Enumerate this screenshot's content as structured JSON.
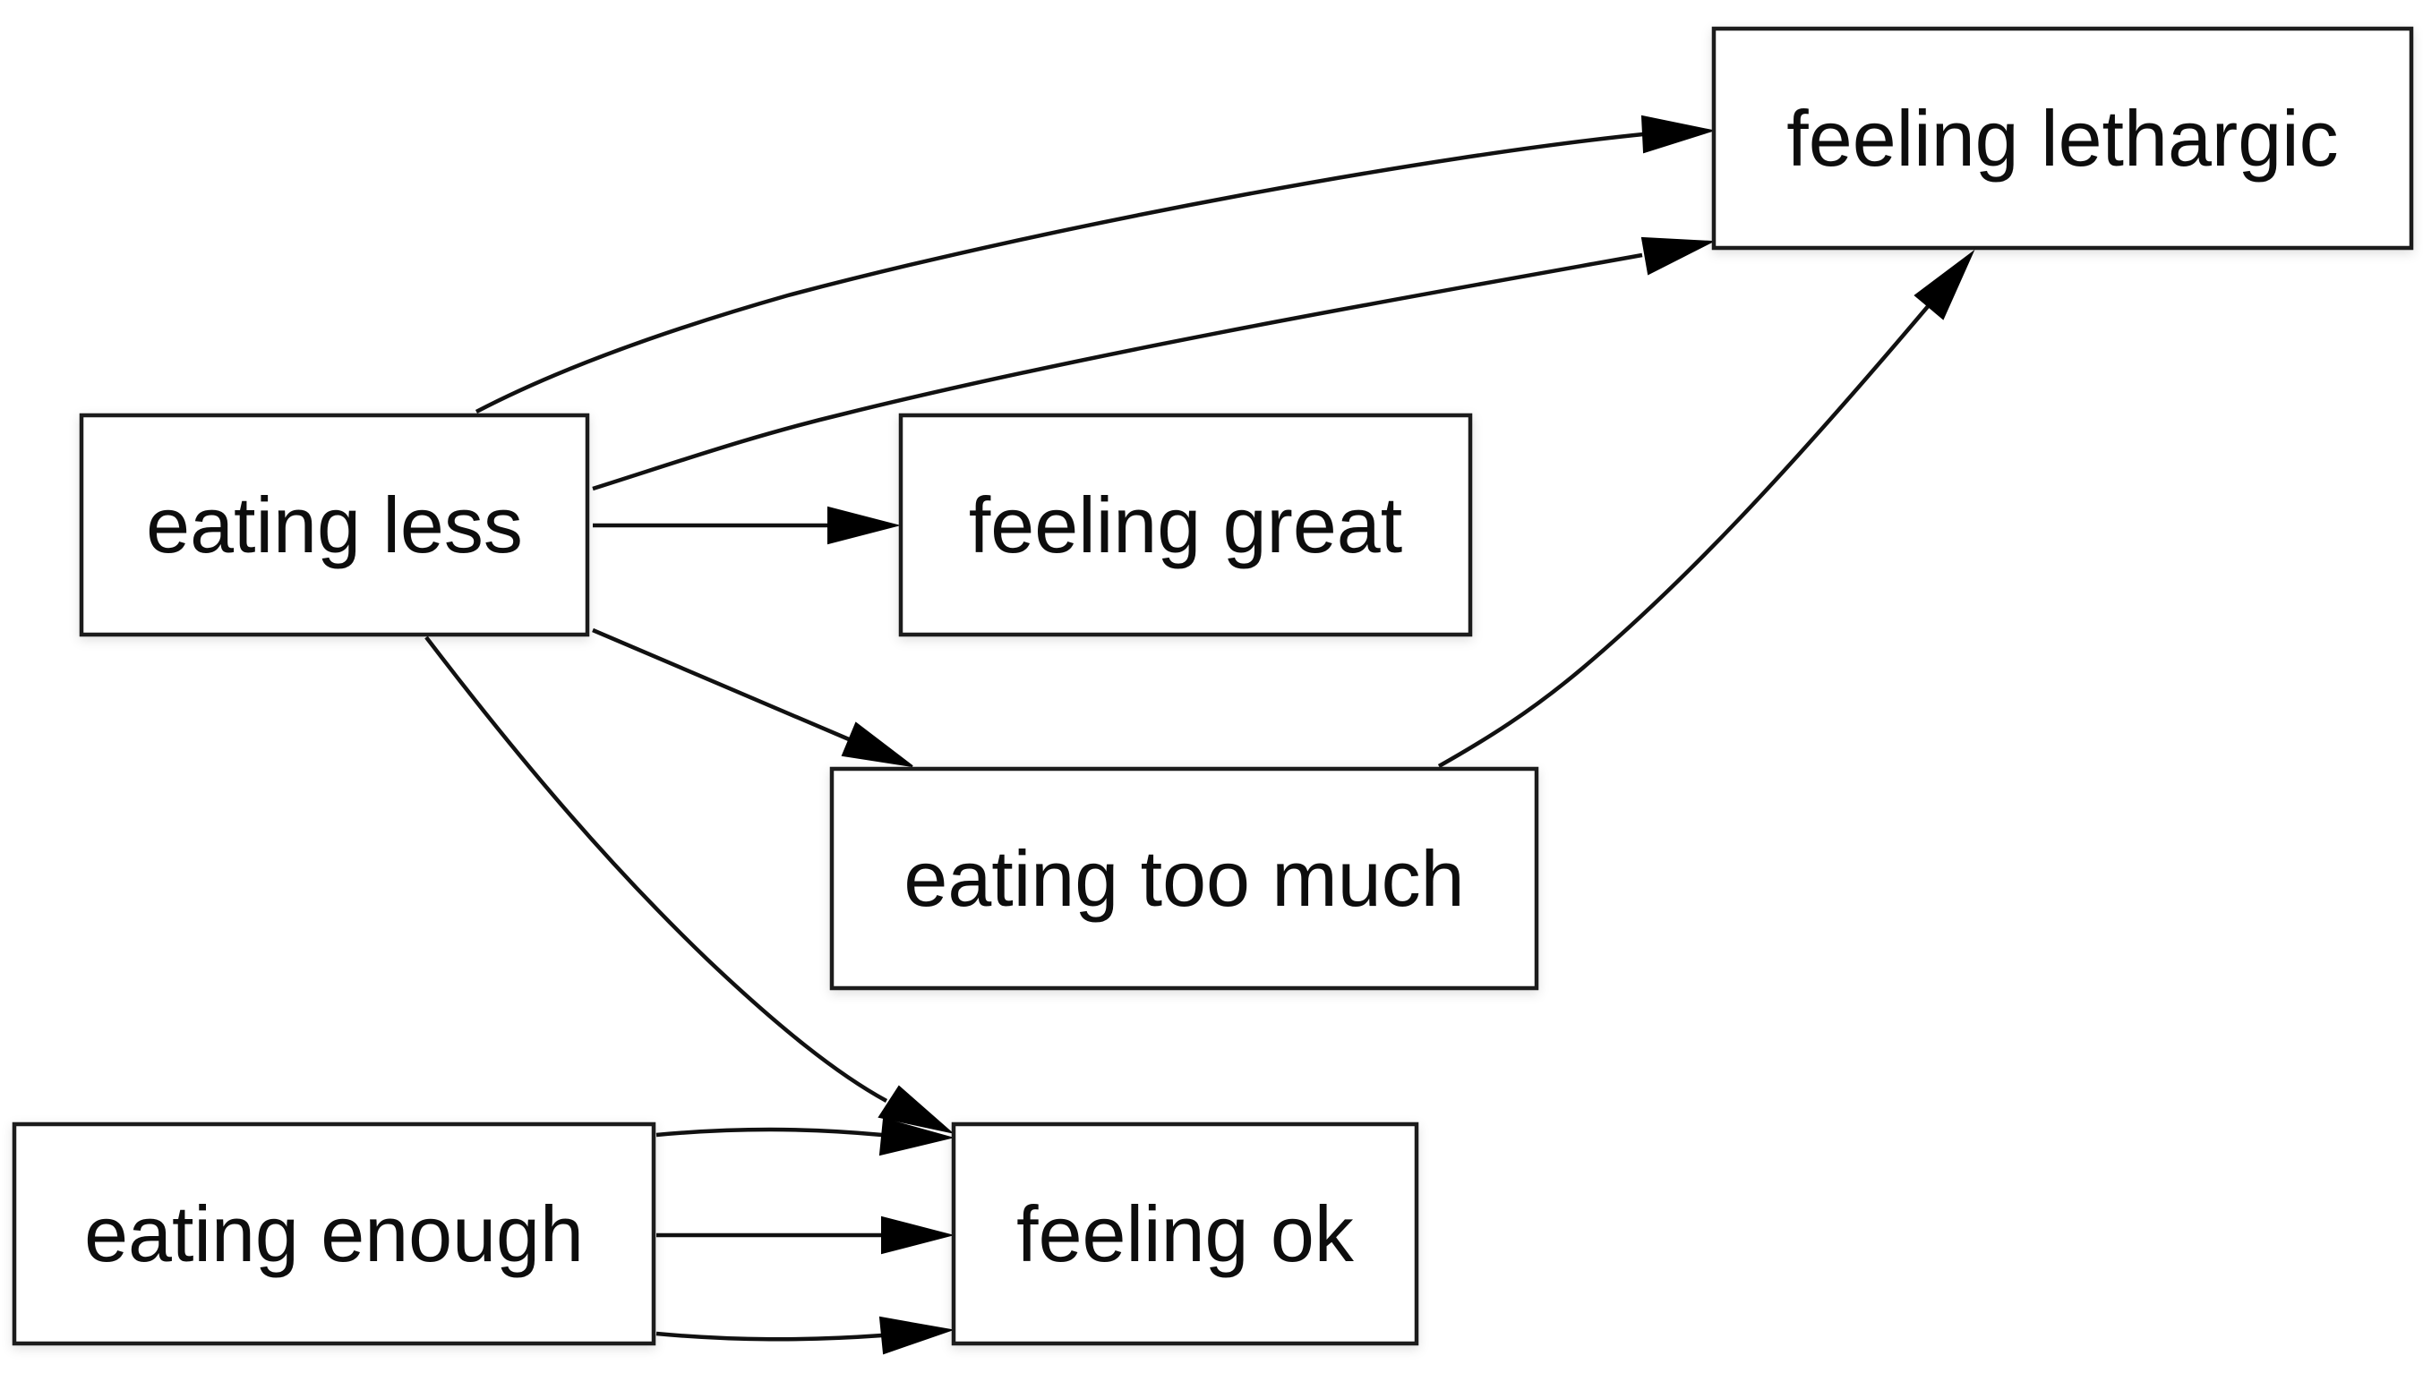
{
  "diagram": {
    "nodes": [
      {
        "id": "feeling_lethargic",
        "label": "feeling lethargic"
      },
      {
        "id": "eating_less",
        "label": "eating less"
      },
      {
        "id": "feeling_great",
        "label": "feeling great"
      },
      {
        "id": "eating_too_much",
        "label": "eating too much"
      },
      {
        "id": "eating_enough",
        "label": "eating enough"
      },
      {
        "id": "feeling_ok",
        "label": "feeling ok"
      }
    ],
    "edges": [
      {
        "from": "eating_less",
        "to": "feeling_lethargic"
      },
      {
        "from": "eating_less",
        "to": "feeling_lethargic"
      },
      {
        "from": "eating_less",
        "to": "feeling_great"
      },
      {
        "from": "eating_less",
        "to": "eating_too_much"
      },
      {
        "from": "eating_less",
        "to": "feeling_ok"
      },
      {
        "from": "eating_too_much",
        "to": "feeling_lethargic"
      },
      {
        "from": "eating_enough",
        "to": "feeling_ok"
      },
      {
        "from": "eating_enough",
        "to": "feeling_ok"
      },
      {
        "from": "eating_enough",
        "to": "feeling_ok"
      }
    ]
  }
}
